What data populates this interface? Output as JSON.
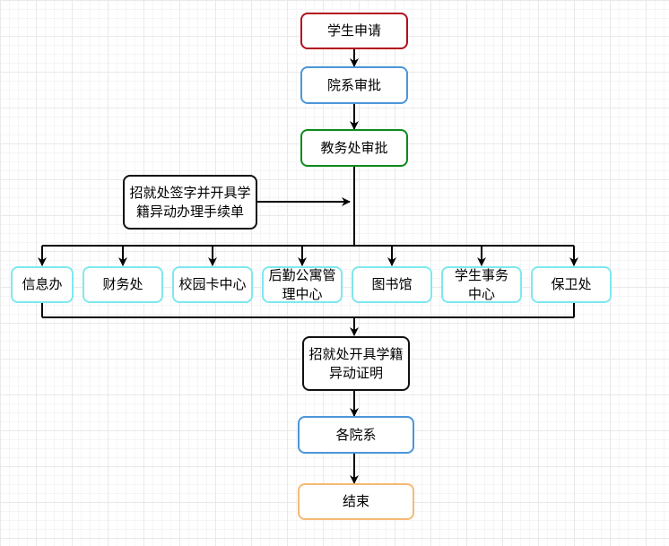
{
  "flowchart": {
    "steps": {
      "student_apply": "学生申请",
      "dept_approve": "院系审批",
      "academic_approve": "教务处审批",
      "admissions_form_line1": "招就处签字并开具学",
      "admissions_form_line2": "籍异动办理手续单",
      "certificate_line1": "招就处开具学籍",
      "certificate_line2": "异动证明",
      "each_dept": "各院系",
      "end": "结束"
    },
    "offices": {
      "info": "信息办",
      "finance": "财务处",
      "campus_card": "校园卡中心",
      "logistics_line1": "后勤公寓管",
      "logistics_line2": "理中心",
      "library": "图书馆",
      "student_affairs_line1": "学生事务",
      "student_affairs_line2": "中心",
      "security": "保卫处"
    },
    "colors": {
      "start_border": "#b30f1d",
      "approval_border": "#4a96d9",
      "academic_border": "#0e8a1c",
      "admissions_border": "#111111",
      "office_border": "#7ee8ee",
      "end_border": "#f5ba74",
      "connector": "#000000"
    }
  }
}
